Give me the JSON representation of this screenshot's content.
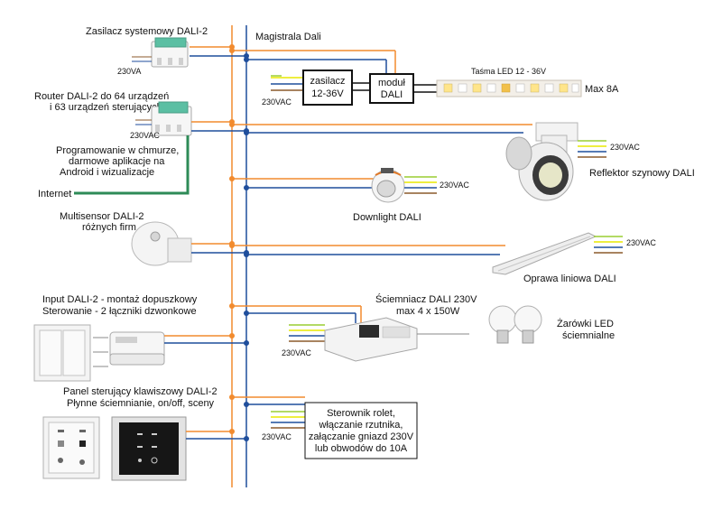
{
  "colors": {
    "bus_orange": "#f28b2e",
    "bus_blue": "#1f4e9c",
    "wire_green": "#9acd32",
    "wire_yellow": "#e8e800",
    "wire_brown": "#8b5a2b",
    "internet_green": "#2e8b57",
    "junction": "#1f4e9c"
  },
  "bus": {
    "label": "Magistrala Dali"
  },
  "nodes": {
    "psu": {
      "title": "Zasilacz systemowy DALI-2",
      "voltage": "230VA"
    },
    "router": {
      "title_line1": "Router DALI-2 do 64 urządzeń",
      "title_line2": "i 63 urządzeń sterujących",
      "voltage": "230VAC",
      "cloud_line1": "Programowanie w chmurze,",
      "cloud_line2": "darmowe aplikacje na",
      "cloud_line3": "Android i wizualizacje",
      "internet": "Internet"
    },
    "ledstrip": {
      "voltage": "230VAC",
      "supply_line1": "zasilacz",
      "supply_line2": "12-36V",
      "module_line1": "moduł",
      "module_line2": "DALI",
      "strip_title": "Taśma LED 12 - 36V",
      "max": "Max 8A"
    },
    "spot": {
      "voltage": "230VAC",
      "label": "Reflektor szynowy DALI"
    },
    "downlight": {
      "voltage": "230VAC",
      "label": "Downlight DALI"
    },
    "sensor": {
      "title_line1": "Multisensor DALI-2",
      "title_line2": "różnych firm"
    },
    "linear": {
      "voltage": "230VAC",
      "label": "Oprawa liniowa DALI"
    },
    "input": {
      "title_line1": "Input DALI-2 - montaż dopuszkowy",
      "title_line2": "Sterowanie - 2 łączniki dzwonkowe"
    },
    "dimmer": {
      "title_line1": "Ściemniacz DALI 230V",
      "title_line2": "max 4 x 150W",
      "voltage": "230VAC",
      "bulbs_line1": "Żarówki LED",
      "bulbs_line2": "ściemnialne"
    },
    "panel": {
      "title_line1": "Panel sterujący klawiszowy DALI-2",
      "title_line2": "Płynne ściemnianie, on/off, sceny",
      "voltage": "230VAC",
      "relay_line1": "Sterownik rolet,",
      "relay_line2": "włączanie rzutnika,",
      "relay_line3": "załączanie gniazd 230V",
      "relay_line4": "lub obwodów do 10A"
    }
  }
}
